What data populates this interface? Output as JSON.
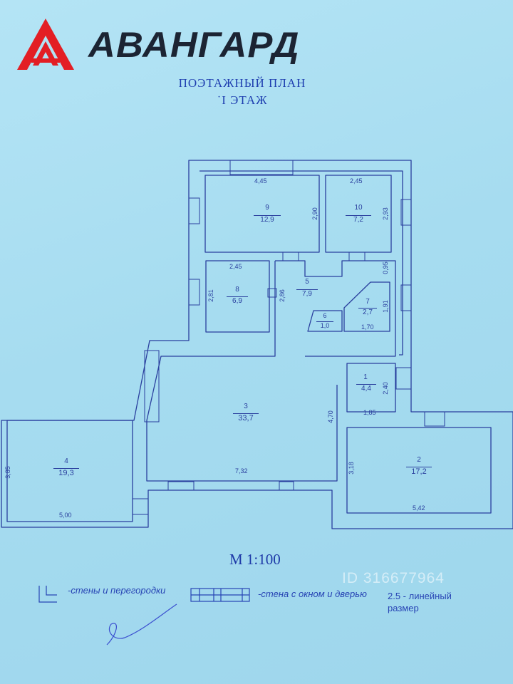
{
  "brand": {
    "name": "АВАНГАРД",
    "logo_color": "#e31e24",
    "text_color": "#1c2433"
  },
  "header": {
    "title": "ПОЭТАЖНЫЙ ПЛАН",
    "floor": "˙I ЭТАЖ"
  },
  "rooms": [
    {
      "number": "1",
      "area": "4,4"
    },
    {
      "number": "2",
      "area": "17,2"
    },
    {
      "number": "3",
      "area": "33,7"
    },
    {
      "number": "4",
      "area": "19,3"
    },
    {
      "number": "5",
      "area": "7,9"
    },
    {
      "number": "6",
      "area": "1,0"
    },
    {
      "number": "7",
      "area": "2,7"
    },
    {
      "number": "8",
      "area": "6,9"
    },
    {
      "number": "9",
      "area": "12,9"
    },
    {
      "number": "10",
      "area": "7,2"
    }
  ],
  "dimensions": {
    "r9_width": "4,45",
    "r9_height": "2,90",
    "r10_width": "2,45",
    "r10_height": "2,93",
    "r8_width": "2,45",
    "r8_height": "2,81",
    "r5_height": "2,86",
    "r7_top": "0,95",
    "r7_height": "1,91",
    "r7_width": "1,70",
    "r1_height": "2,40",
    "r1_width": "1,85",
    "r3_width": "7,32",
    "r3_height": "4,70",
    "r4_height": "3,85",
    "r4_width": "5,00",
    "r2_height": "3,18",
    "r2_width": "5,42"
  },
  "scale": "М 1:100",
  "legend": {
    "walls": "-стены и перегородки",
    "window_door": "-стена с окном и дверью",
    "linear_1": "2.5 - линейный",
    "linear_2": "размер"
  },
  "watermark": "ID 316677964",
  "colors": {
    "ink": "#2a3f9e",
    "paper": "#a9ddf0",
    "title": "#1f3fb0"
  }
}
